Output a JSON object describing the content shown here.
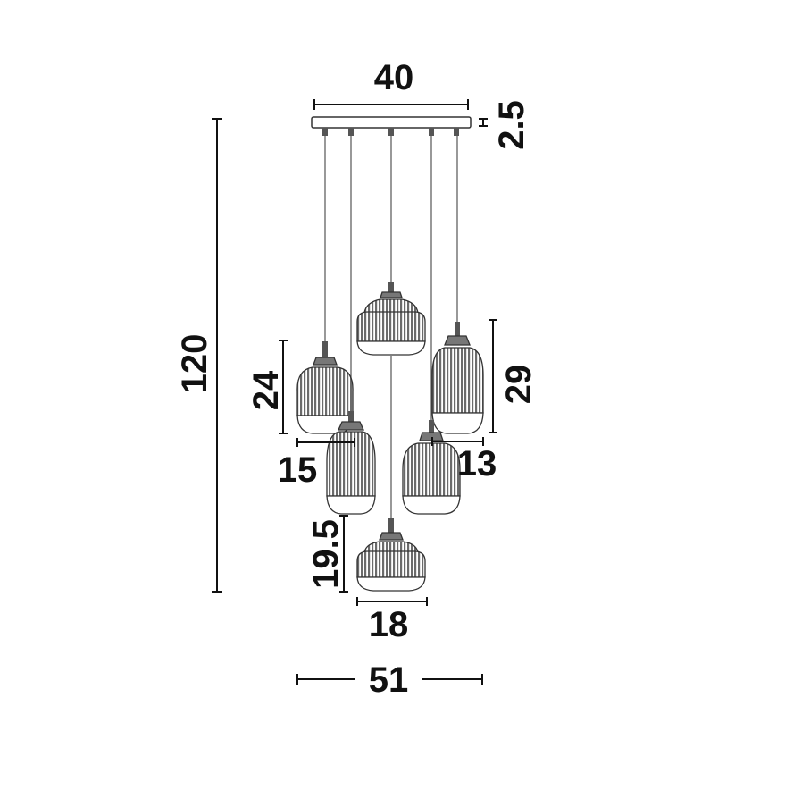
{
  "colors": {
    "ink": "#111111",
    "line": "#333333",
    "shade": "#6b6b6b",
    "background": "#ffffff"
  },
  "dimensions": {
    "canopy_width": "40",
    "canopy_height": "2.5",
    "total_height": "120",
    "shade_left_height": "24",
    "shade_left_width": "15",
    "shade_right_height": "29",
    "shade_right_width": "13",
    "shade_bottom_height": "19.5",
    "shade_bottom_width": "18",
    "overall_width": "51"
  }
}
